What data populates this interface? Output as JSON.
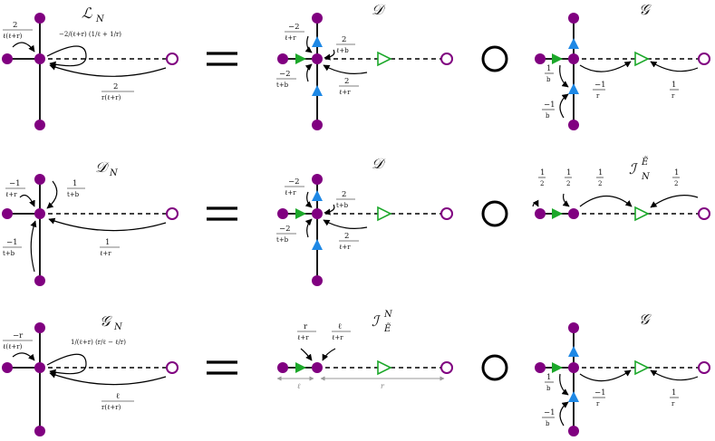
{
  "titles": {
    "row1_left": "ℒ",
    "row1_left_sub": "N",
    "row1_mid": "𝒟",
    "row1_right": "𝒢",
    "row2_left": "𝒟",
    "row2_left_sub": "N",
    "row2_mid": "𝒟",
    "row2_right": "ℐ",
    "row2_right_sub": "N",
    "row2_right_sup": "Ẽ",
    "row3_left": "𝒢",
    "row3_left_sub": "N",
    "row3_mid": "ℐ",
    "row3_mid_sub": "Ẽ",
    "row3_mid_sup": "N",
    "row3_right": "𝒢"
  },
  "labels": {
    "r1_loopleft_num": "2",
    "r1_loopleft_den": "ℓ(ℓ+r)",
    "r1_self": "−2/(ℓ+r) (1/ℓ + 1/r)",
    "r1_bottom_num": "2",
    "r1_bottom_den": "r(ℓ+r)",
    "r1m_a_num": "−2",
    "r1m_a_den": "ℓ+r",
    "r1m_b_num": "2",
    "r1m_b_den": "ℓ+b",
    "r1m_c_num": "−2",
    "r1m_c_den": "t+b",
    "r1m_d_num": "2",
    "r1m_d_den": "ℓ+r",
    "r1r_a_num": "1",
    "r1r_a_den": "b",
    "r1r_b_num": "−1",
    "r1r_b_den": "r",
    "r1r_c_num": "1",
    "r1r_c_den": "r",
    "r1r_d_num": "−1",
    "r1r_d_den": "b",
    "r2_a_num": "−1",
    "r2_a_den": "ℓ+r",
    "r2_b_num": "1",
    "r2_b_den": "t+b",
    "r2_c_num": "−1",
    "r2_c_den": "t+b",
    "r2_d_num": "1",
    "r2_d_den": "ℓ+r",
    "r2m_a_num": "−2",
    "r2m_a_den": "ℓ+r",
    "r2m_b_num": "2",
    "r2m_b_den": "t+b",
    "r2m_c_num": "−2",
    "r2m_c_den": "t+b",
    "r2m_d_num": "2",
    "r2m_d_den": "ℓ+r",
    "r2r_a_num": "1",
    "r2r_a_den": "2",
    "r2r_b_num": "1",
    "r2r_b_den": "2",
    "r2r_c_num": "1",
    "r2r_c_den": "2",
    "r2r_d_num": "1",
    "r2r_d_den": "2",
    "r3_a_num": "−r",
    "r3_a_den": "ℓ(ℓ+r)",
    "r3_self": "1/(ℓ+r) (r/ℓ − ℓ/r)",
    "r3_bottom_num": "ℓ",
    "r3_bottom_den": "r(ℓ+r)",
    "r3m_a_num": "r",
    "r3m_a_den": "ℓ+r",
    "r3m_b_num": "ℓ",
    "r3m_b_den": "ℓ+r",
    "r3m_len_l": "ℓ",
    "r3m_len_r": "r",
    "r3r_a_num": "1",
    "r3r_a_den": "b",
    "r3r_b_num": "−1",
    "r3r_b_den": "r",
    "r3r_c_num": "1",
    "r3r_c_den": "r",
    "r3r_d_num": "−1",
    "r3r_d_den": "b"
  },
  "colors": {
    "node": "#800080",
    "blue_triangle": "#1e88e5",
    "green_triangle": "#1ca82a"
  }
}
